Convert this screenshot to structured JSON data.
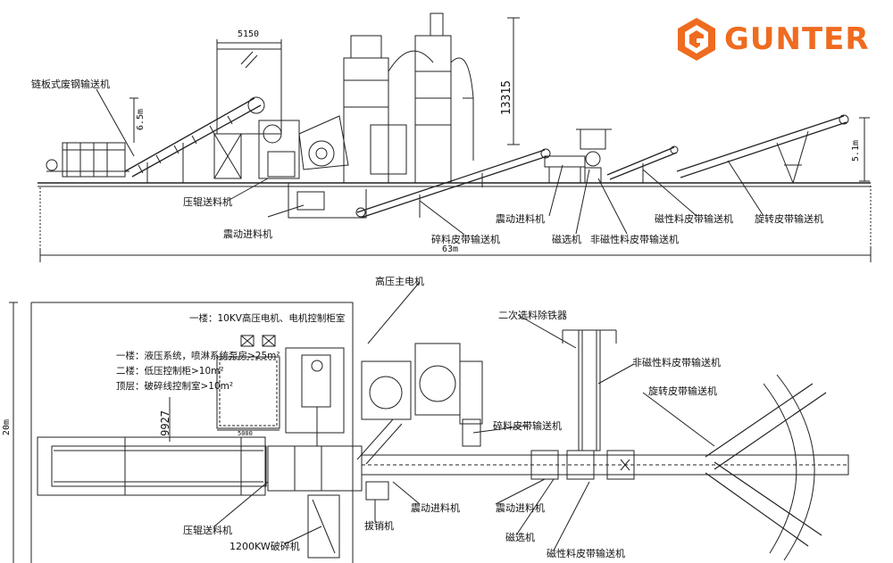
{
  "brand": {
    "name": "GUNTER",
    "color": "#ef6b1f"
  },
  "side_view": {
    "dim_top_width": "5150",
    "dim_height_65": "6.5m",
    "dim_height_13315": "13315",
    "dim_height_51": "5.1m",
    "dim_total_length": "63m",
    "labels": {
      "chain_conveyor": "链板式废钢输送机",
      "press_roller_feeder": "压辊送料机",
      "vibrating_feeder_left": "震动进料机",
      "crushed_belt": "碎料皮带输送机",
      "vibrating_feeder_right": "震动进料机",
      "magnetic_separator": "磁选机",
      "nonmagnetic_belt": "非磁性料皮带输送机",
      "magnetic_belt": "磁性料皮带输送机",
      "rotary_belt": "旋转皮带输送机"
    }
  },
  "plan_view": {
    "dim_width": "20m",
    "dim_9927": "9927",
    "dim_room_5000": "5000",
    "notes": {
      "floor1_hv": "一楼：10KV高压电机、电机控制柜室",
      "floor1_hyd": "一楼：液压系统，喷淋系统泵房>25m²",
      "floor2": "二楼：低压控制柜>10m²",
      "top_floor": "顶层：破碎线控制室>10m²"
    },
    "labels": {
      "hv_motor": "高压主电机",
      "secondary_iron_remover": "二次选料除铁器",
      "nonmagnetic_belt": "非磁性料皮带输送机",
      "rotary_belt": "旋转皮带输送机",
      "crushed_belt": "碎料皮带输送机",
      "vibrating_feeder_a": "震动进料机",
      "vibrating_feeder_b": "震动进料机",
      "press_roller_feeder": "压辊送料机",
      "crusher_1200kw": "1200KW破碎机",
      "pin_puller": "拔销机",
      "magnetic_separator": "磁选机",
      "magnetic_belt": "磁性料皮带输送机"
    }
  }
}
